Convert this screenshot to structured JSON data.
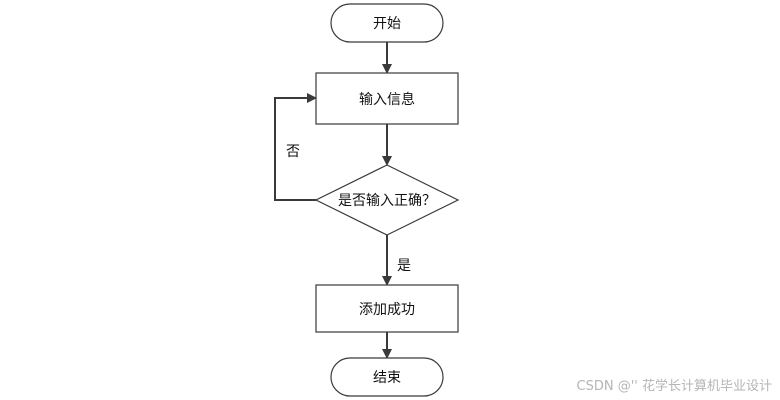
{
  "diagram": {
    "nodes": {
      "start": "开始",
      "input": "输入信息",
      "decision": "是否输入正确？",
      "success": "添加成功",
      "end": "结束"
    },
    "edges": {
      "no_label": "否",
      "yes_label": "是"
    }
  },
  "watermark": "CSDN @'' 花学长计算机毕业设计",
  "colors": {
    "stroke": "#3a3a3a",
    "text": "#111111",
    "watermark": "#b5b5b5",
    "background": "#ffffff"
  }
}
